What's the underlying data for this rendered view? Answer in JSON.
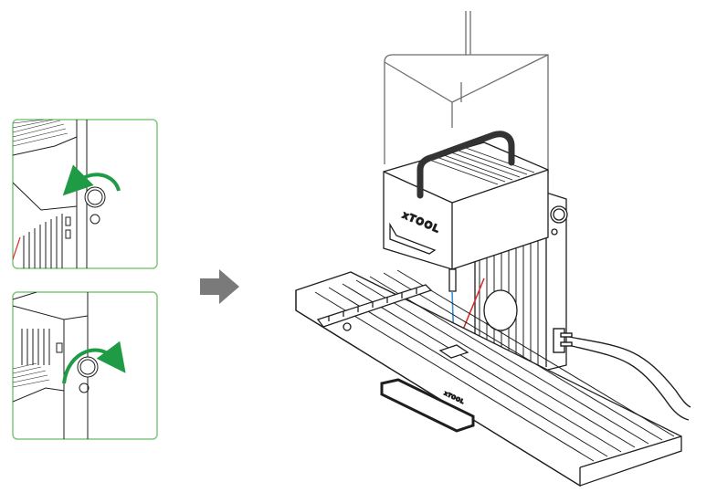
{
  "colors": {
    "panel_border": "#7fc97f",
    "rotate_arrow": "#1f9a45",
    "step_arrow": "#7a7a7a",
    "laser_blue": "#3b8fd9",
    "laser_red": "#d9302b",
    "line": "#1e1e1e"
  },
  "icons": {
    "step_arrow": "arrow-right-icon",
    "rotate_ccw": "rotate-counterclockwise-icon",
    "rotate_cw": "rotate-clockwise-icon"
  },
  "device": {
    "brand": "xTOOL",
    "base_brand": "xTOOL"
  },
  "panels": {
    "top": {
      "rotation": "counterclockwise"
    },
    "bottom": {
      "rotation": "clockwise"
    }
  }
}
